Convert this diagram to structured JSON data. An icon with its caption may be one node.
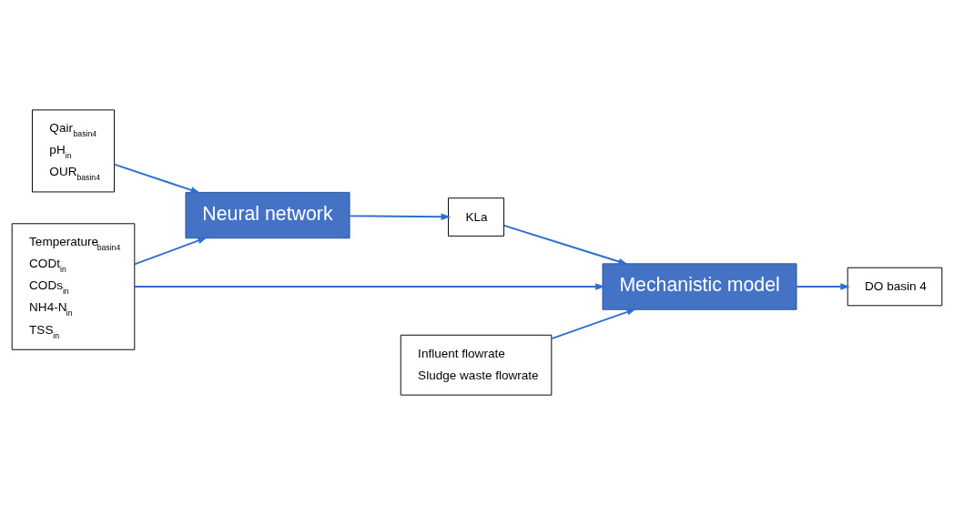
{
  "diagram": {
    "nodes": [
      {
        "text": [
          "Qair$_{basin4}$",
          "pH$_{in}$",
          "OUR$_{basin4}$"
        ]
      },
      {
        "text": [
          "Temperature$_{basin4}$",
          "CODt$_{in}$",
          "CODs$_{in}$",
          "NH4-N$_{in}$",
          "TSS$_{in}$"
        ]
      },
      {
        "text": [
          "Influent flowrate",
          "Sludge waste flowrate"
        ]
      },
      {
        "text": [
          "Neural network"
        ]
      },
      {
        "text": [
          "KLa"
        ]
      },
      {
        "text": [
          "Mechanistic model"
        ]
      },
      {
        "text": [
          "DO basin 4"
        ]
      }
    ],
    "edges": [
      {
        "from": 0,
        "to": 3,
        "arrow": "to"
      },
      {
        "from": 1,
        "to": 3,
        "arrow": "to"
      },
      {
        "from": 1,
        "to": 5,
        "arrow": "to"
      },
      {
        "from": 2,
        "to": 5,
        "arrow": "to"
      },
      {
        "from": 3,
        "to": 4,
        "arrow": "to"
      },
      {
        "from": 4,
        "to": 5,
        "arrow": "to"
      },
      {
        "from": 5,
        "to": 6,
        "arrow": "to"
      }
    ]
  }
}
